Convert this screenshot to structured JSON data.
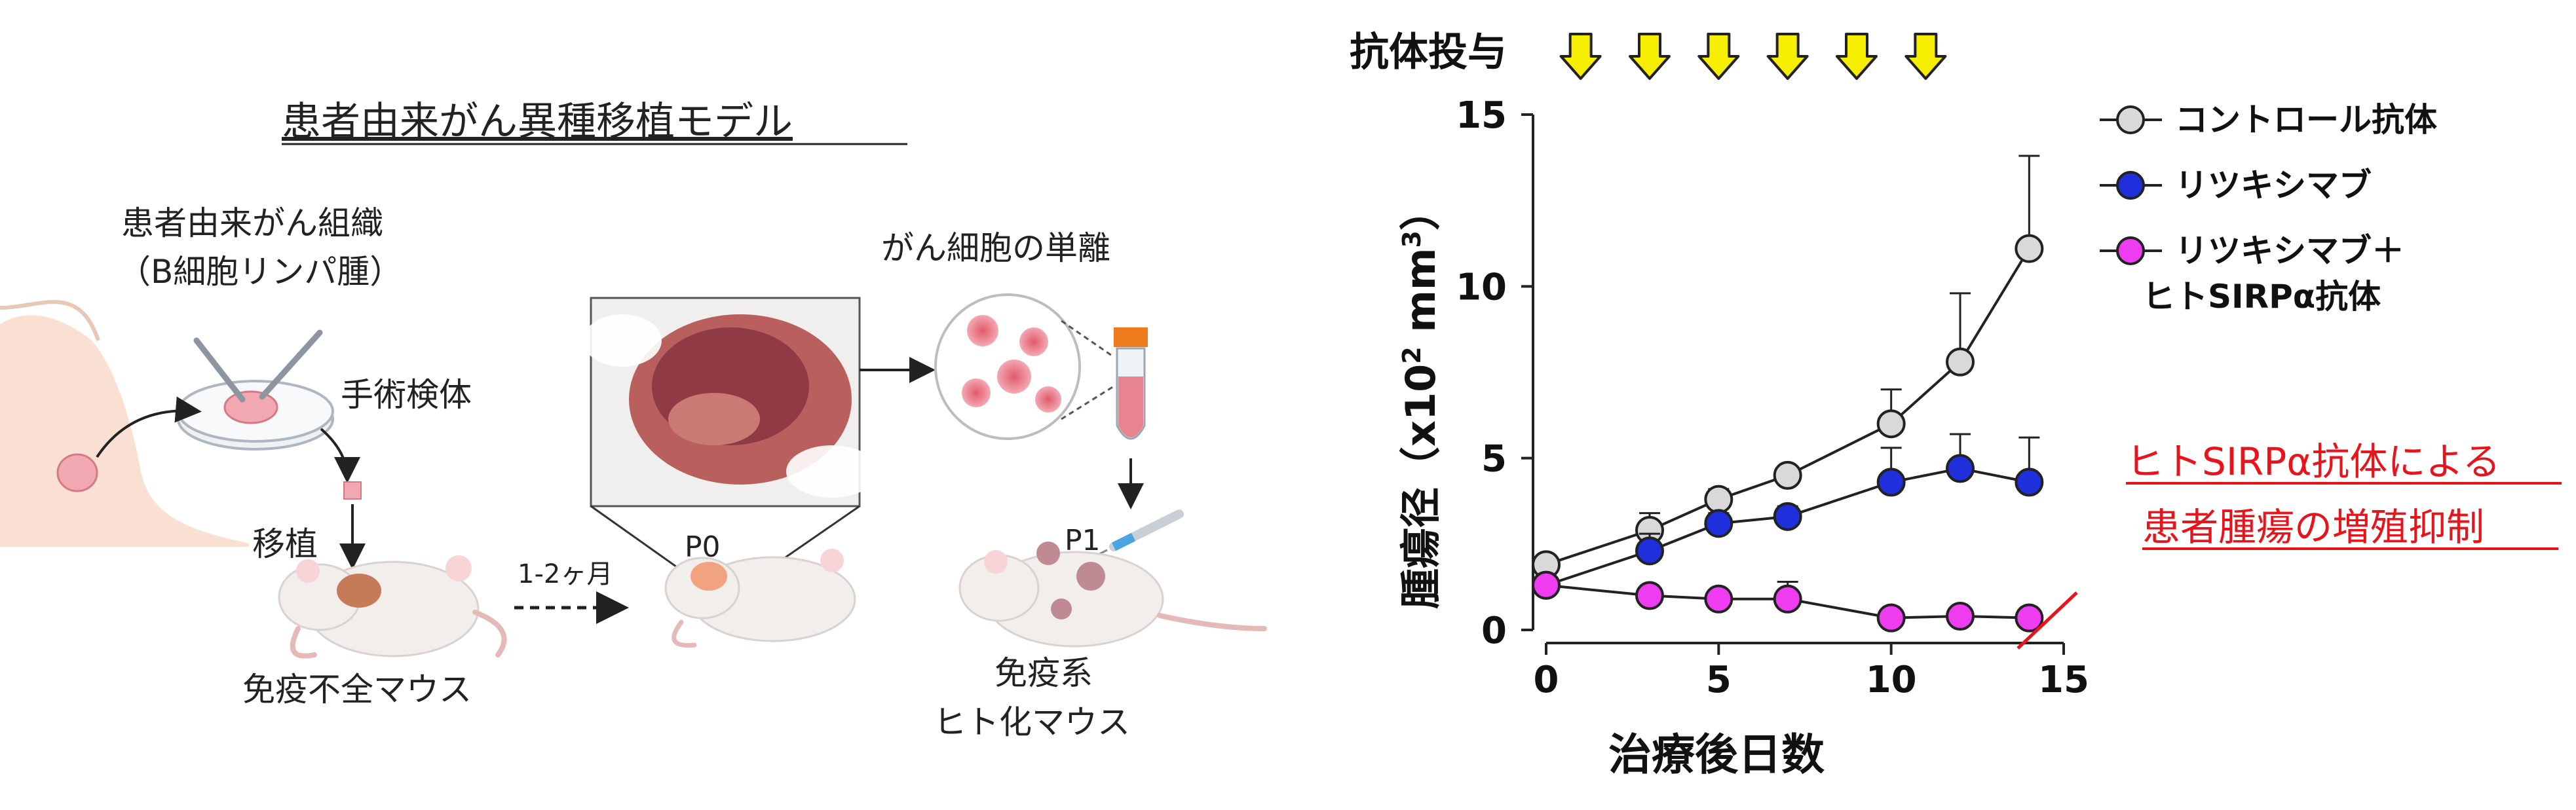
{
  "diagram": {
    "title": "患者由来がん異種移植モデル",
    "tissue_line1": "患者由来がん組織",
    "tissue_line2": "（B細胞リンパ腫）",
    "specimen": "手術検体",
    "transplant": "移植",
    "mouse1": "免疫不全マウス",
    "period": "1-2ヶ月",
    "p0": "P0",
    "isolation": "がん細胞の単離",
    "p1": "P1",
    "mouse2_line1": "免疫系",
    "mouse2_line2": "ヒト化マウス"
  },
  "dosing_label": "抗体投与",
  "annotation_line1": "ヒトSIRPα抗体による",
  "annotation_line2": "患者腫瘍の増殖抑制",
  "colors": {
    "control": "#d9d9d9",
    "rituximab": "#1f2fdc",
    "combo": "#ee3df0",
    "arrow_fill": "#f5ee00",
    "annotation": "#e8141c"
  },
  "chart_data": {
    "type": "line",
    "xlabel": "治療後日数",
    "ylabel_main": "腫瘍径（x10",
    "ylabel_exp1": "2",
    "ylabel_mid": " mm",
    "ylabel_exp2": "3",
    "ylabel_end": "）",
    "xlim": [
      0,
      15
    ],
    "ylim": [
      0,
      15
    ],
    "xticks": [
      "0",
      "5",
      "10",
      "15"
    ],
    "yticks": [
      "0",
      "5",
      "10",
      "15"
    ],
    "dosing_days": [
      1,
      3,
      5,
      7,
      9,
      11
    ],
    "series": [
      {
        "name": "コントロール抗体",
        "x": [
          0,
          3,
          5,
          7,
          10,
          12,
          14
        ],
        "y": [
          1.9,
          2.9,
          3.8,
          4.5,
          6.0,
          7.8,
          11.1
        ],
        "err": [
          0,
          0.5,
          0.3,
          0.2,
          1.0,
          2.0,
          2.7
        ]
      },
      {
        "name": "リツキシマブ",
        "x": [
          0,
          3,
          5,
          7,
          10,
          12,
          14
        ],
        "y": [
          1.3,
          2.3,
          3.1,
          3.3,
          4.3,
          4.7,
          4.3
        ],
        "err": [
          0,
          0.5,
          0.3,
          0.3,
          1.0,
          1.0,
          1.3
        ]
      },
      {
        "name_line1": "リツキシマブ＋",
        "name_line2": "ヒトSIRPα抗体",
        "x": [
          0,
          3,
          5,
          7,
          10,
          12,
          14
        ],
        "y": [
          1.3,
          1.0,
          0.9,
          0.9,
          0.35,
          0.4,
          0.35
        ],
        "err": [
          0,
          0,
          0,
          0.5,
          0,
          0,
          0
        ]
      }
    ]
  }
}
